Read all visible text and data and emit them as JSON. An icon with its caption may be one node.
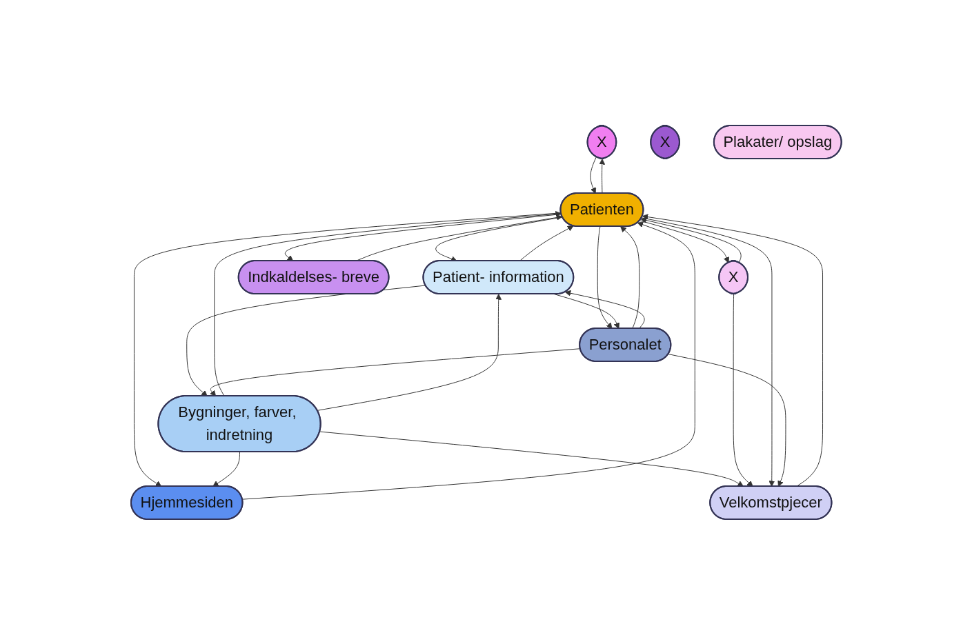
{
  "diagram": {
    "nodes": [
      {
        "text": [
          "X"
        ]
      },
      {
        "text": [
          "Hjemmesiden"
        ]
      },
      {
        "text": [
          "Bygninger, farver, indretning"
        ]
      },
      {
        "text": [
          "X"
        ]
      },
      {
        "text": [
          "X"
        ]
      },
      {
        "text": [
          "Velkomstpjecer"
        ]
      },
      {
        "text": [
          "Patienten"
        ]
      },
      {
        "text": [
          "Patient- information"
        ]
      },
      {
        "text": [
          "Indkaldelses- breve"
        ]
      },
      {
        "text": [
          "Personalet"
        ]
      },
      {
        "text": [
          "Plakater/ opslag"
        ]
      }
    ],
    "edges": [
      {
        "from": 0,
        "to": 6,
        "arrow": "to"
      },
      {
        "from": 6,
        "to": 0,
        "arrow": "to"
      },
      {
        "from": 1,
        "to": 6,
        "arrow": "to"
      },
      {
        "from": 6,
        "to": 1,
        "arrow": "to"
      },
      {
        "from": 2,
        "to": 1,
        "arrow": "to"
      },
      {
        "from": 2,
        "to": 5,
        "arrow": "to"
      },
      {
        "from": 2,
        "to": 6,
        "arrow": "to"
      },
      {
        "from": 3,
        "to": 6,
        "arrow": "to"
      },
      {
        "from": 6,
        "to": 3,
        "arrow": "to"
      },
      {
        "from": 3,
        "to": 5,
        "arrow": "to"
      },
      {
        "from": 5,
        "to": 6,
        "arrow": "to"
      },
      {
        "from": 6,
        "to": 5,
        "arrow": "to"
      },
      {
        "from": 6,
        "to": 7,
        "arrow": "to"
      },
      {
        "from": 7,
        "to": 6,
        "arrow": "to"
      },
      {
        "from": 7,
        "to": 2,
        "arrow": "to"
      },
      {
        "from": 2,
        "to": 7,
        "arrow": "to"
      },
      {
        "from": 6,
        "to": 8,
        "arrow": "to"
      },
      {
        "from": 8,
        "to": 6,
        "arrow": "to"
      },
      {
        "from": 9,
        "to": 5,
        "arrow": "to"
      },
      {
        "from": 9,
        "to": 6,
        "arrow": "to"
      },
      {
        "from": 6,
        "to": 9,
        "arrow": "to"
      },
      {
        "from": 9,
        "to": 2,
        "arrow": "to"
      },
      {
        "from": 7,
        "to": 9,
        "arrow": "to"
      },
      {
        "from": 9,
        "to": 7,
        "arrow": "to"
      }
    ]
  }
}
